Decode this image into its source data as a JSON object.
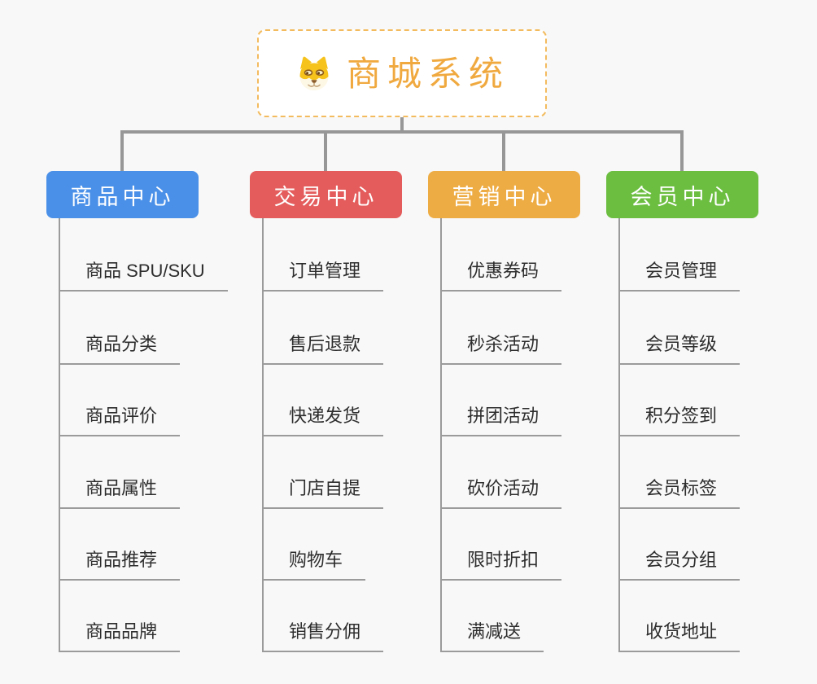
{
  "page": {
    "background_color": "#f8f8f8",
    "connector_color": "#979797",
    "underline_color": "#9b9b9b"
  },
  "root": {
    "label": "商城系统",
    "text_color": "#f0a93f",
    "border_color": "#f3bb5e",
    "icon": "dog-face-icon"
  },
  "branches": [
    {
      "label": "商品中心",
      "color": "#4a90e8",
      "children": [
        "商品 SPU/SKU",
        "商品分类",
        "商品评价",
        "商品属性",
        "商品推荐",
        "商品品牌"
      ]
    },
    {
      "label": "交易中心",
      "color": "#e45c5c",
      "children": [
        "订单管理",
        "售后退款",
        "快递发货",
        "门店自提",
        "购物车",
        "销售分佣"
      ]
    },
    {
      "label": "营销中心",
      "color": "#eeac44",
      "children": [
        "优惠券码",
        "秒杀活动",
        "拼团活动",
        "砍价活动",
        "限时折扣",
        "满减送"
      ]
    },
    {
      "label": "会员中心",
      "color": "#6cbe41",
      "children": [
        "会员管理",
        "会员等级",
        "积分签到",
        "会员标签",
        "会员分组",
        "收货地址"
      ]
    }
  ]
}
